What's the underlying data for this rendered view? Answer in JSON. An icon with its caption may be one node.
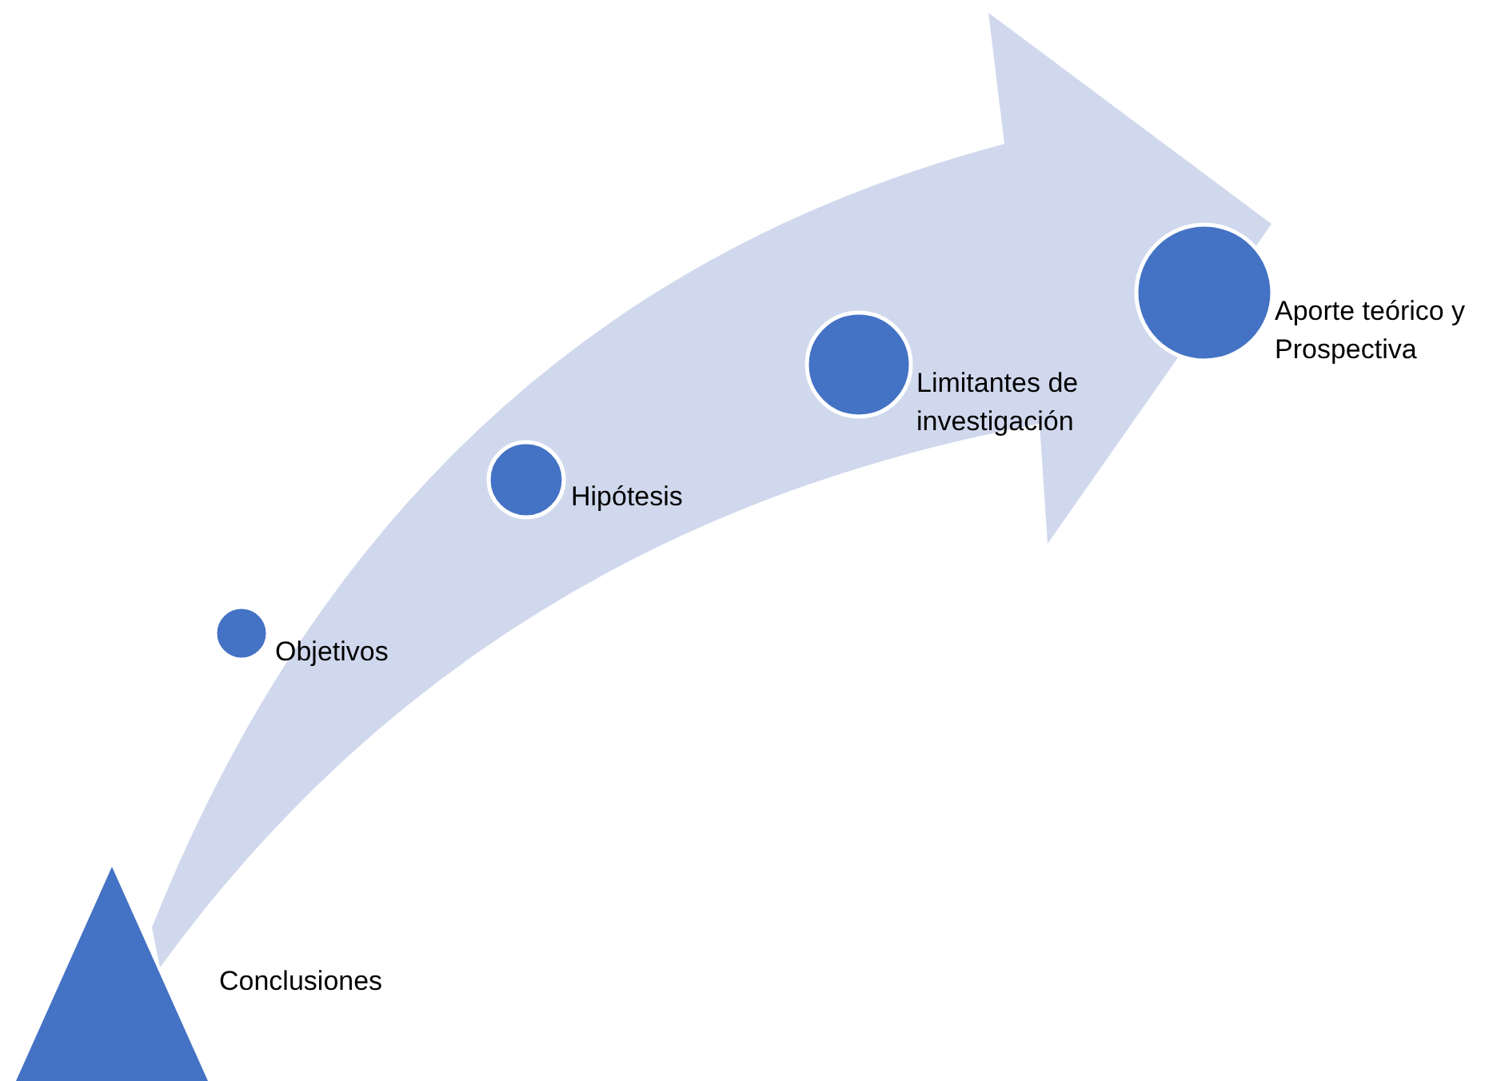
{
  "diagram": {
    "nodes": [
      {
        "text": [],
        "shape": "triangle",
        "beside": [
          "Conclusiones"
        ]
      },
      {
        "text": [],
        "shape": "circle",
        "beside": [
          "Objetivos"
        ]
      },
      {
        "text": [],
        "shape": "circle",
        "beside": [
          "Hipótesis"
        ]
      },
      {
        "text": [],
        "shape": "circle",
        "beside": [
          "Limitantes de investigación"
        ]
      },
      {
        "text": [],
        "shape": "circle",
        "beside": [
          "Aporte teórico y Prospectiva"
        ]
      }
    ],
    "edges": []
  }
}
